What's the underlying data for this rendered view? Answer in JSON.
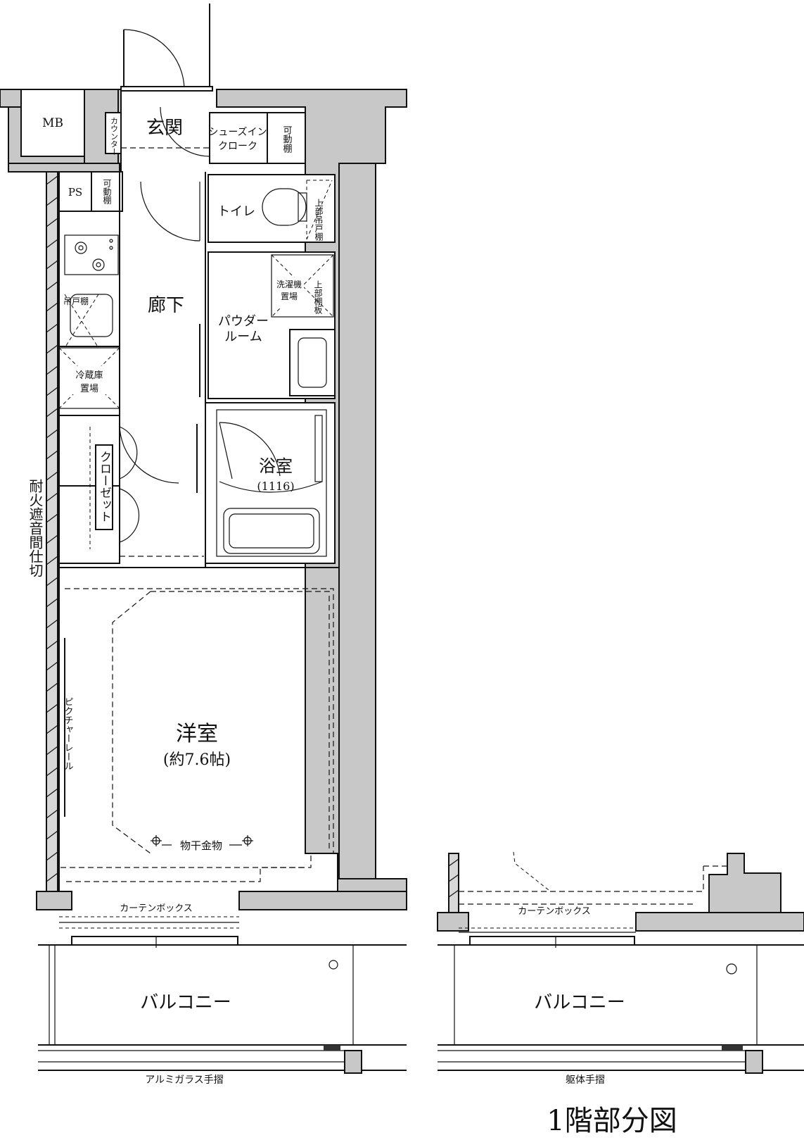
{
  "rooms": {
    "mb": "MB",
    "ps": "PS",
    "counter": "カウンター",
    "entrance": "玄関",
    "shoes_in_closet_1": "シューズイン",
    "shoes_in_closet_2": "クローク",
    "movable_shelf": "可動棚",
    "toilet": "トイレ",
    "upper_cabinet": "上部吊戸棚",
    "hallway": "廊下",
    "hanging_cabinet": "吊戸棚",
    "powder_room_1": "パウダー",
    "powder_room_2": "ルーム",
    "washer_space_1": "洗濯機",
    "washer_space_2": "置場",
    "upper_shelf": "上部棚板",
    "fridge_space_1": "冷蔵庫",
    "fridge_space_2": "置場",
    "closet": "クローゼット",
    "bathroom": "浴室",
    "bathroom_size": "(1116)",
    "western_room": "洋室",
    "western_room_size": "(約7.6帖)",
    "picture_rail": "ピクチャーレール",
    "laundry_hanger": "物干金物",
    "curtain_box": "カーテンボックス",
    "fire_partition": "耐火遮音間仕切"
  },
  "balcony_main": {
    "label": "バルコニー",
    "handrail": "アルミガラス手摺"
  },
  "balcony_first_floor": {
    "label": "バルコニー",
    "curtain_box": "カーテンボックス",
    "handrail": "躯体手摺"
  },
  "caption": "1階部分図"
}
